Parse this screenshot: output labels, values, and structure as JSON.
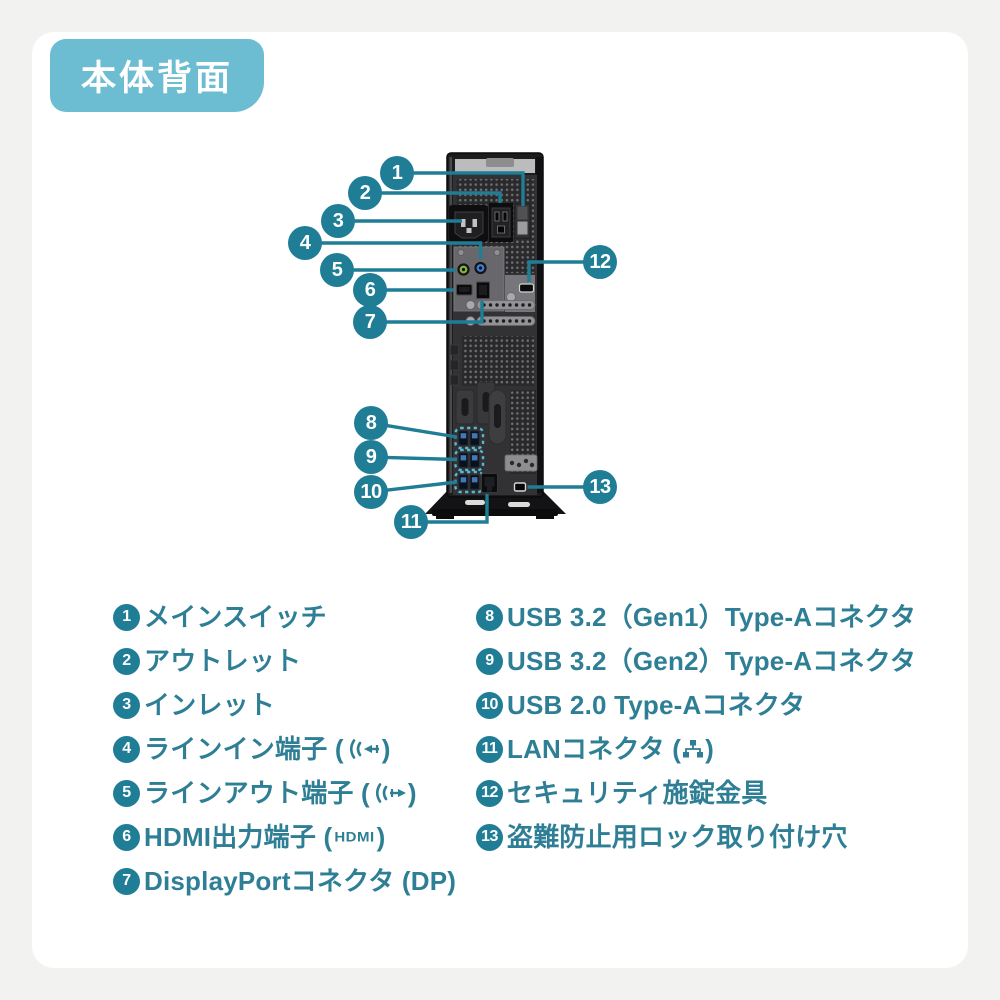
{
  "badge": {
    "title": "本体背面"
  },
  "colors": {
    "badge_bg": "#6cbdd2",
    "callout_bg": "#1f7d96",
    "legend_text": "#2e7f95",
    "leader_line": "#1f7d96",
    "usb_outline": "#57b8d1"
  },
  "diagram": {
    "callouts": [
      "1",
      "2",
      "3",
      "4",
      "5",
      "6",
      "7",
      "8",
      "9",
      "10",
      "11",
      "12",
      "13"
    ]
  },
  "legend": {
    "left": [
      {
        "num": "1",
        "text": "メインスイッチ"
      },
      {
        "num": "2",
        "text": "アウトレット"
      },
      {
        "num": "3",
        "text": "インレット"
      },
      {
        "num": "4",
        "text": "ラインイン端子 (",
        "suffix": ")",
        "icon": "line-in-icon"
      },
      {
        "num": "5",
        "text": "ラインアウト端子 (",
        "suffix": ")",
        "icon": "line-out-icon"
      },
      {
        "num": "6",
        "text": "HDMI出力端子 (",
        "suffix": ")",
        "icon": "hdmi-logo",
        "icon_text": "HDMI"
      },
      {
        "num": "7",
        "text": "DisplayPortコネクタ (DP)"
      }
    ],
    "right": [
      {
        "num": "8",
        "text": "USB 3.2（Gen1）Type-Aコネクタ"
      },
      {
        "num": "9",
        "text": "USB 3.2（Gen2）Type-Aコネクタ"
      },
      {
        "num": "10",
        "text": "USB 2.0 Type-Aコネクタ"
      },
      {
        "num": "11",
        "text": "LANコネクタ (",
        "suffix": ")",
        "icon": "lan-icon"
      },
      {
        "num": "12",
        "text": "セキュリティ施錠金具"
      },
      {
        "num": "13",
        "text": "盗難防止用ロック取り付け穴"
      }
    ]
  }
}
